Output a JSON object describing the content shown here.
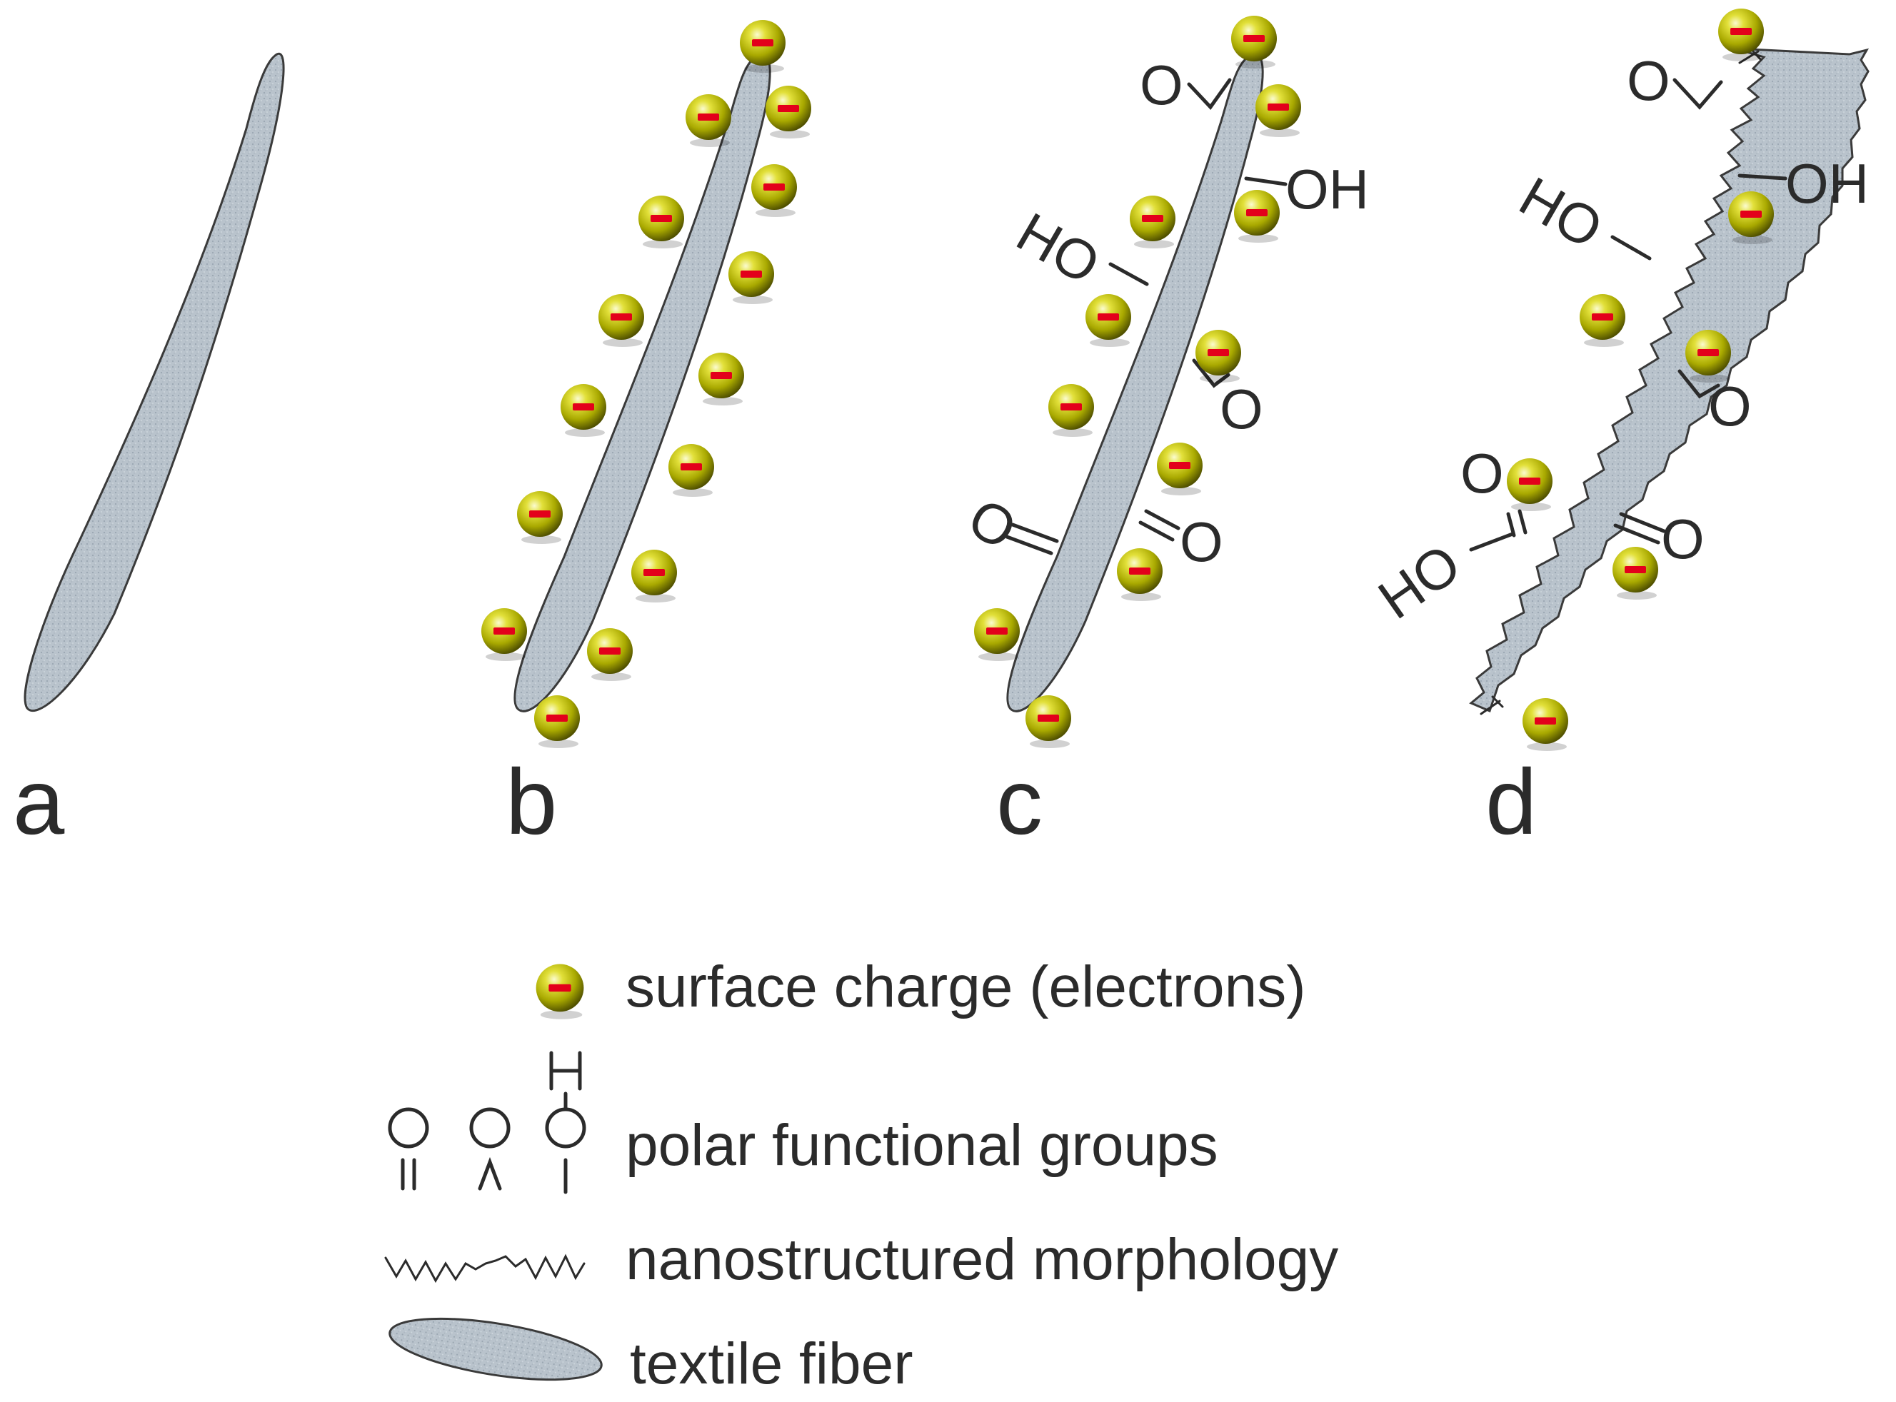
{
  "panels": [
    {
      "id": "a",
      "label": "a"
    },
    {
      "id": "b",
      "label": "b"
    },
    {
      "id": "c",
      "label": "c"
    },
    {
      "id": "d",
      "label": "d"
    }
  ],
  "chem_groups": {
    "carbonyl": "O",
    "hydroxyl_right": "OH",
    "hydroxyl_left": "HO",
    "ether": "O",
    "legend_hydroxyl_h": "H",
    "legend_hydroxyl_o": "O"
  },
  "legend": {
    "surface_charge": "surface charge (electrons)",
    "polar_groups": "polar functional groups",
    "nanostructured": "nanostructured morphology",
    "textile_fiber": "textile fiber"
  },
  "colors": {
    "fiber_fill": "#b9c3cc",
    "fiber_stroke": "#3a3a3a",
    "charge_gold": "#a9a900",
    "charge_minus": "#e3001b",
    "text": "#2b2b2b"
  }
}
